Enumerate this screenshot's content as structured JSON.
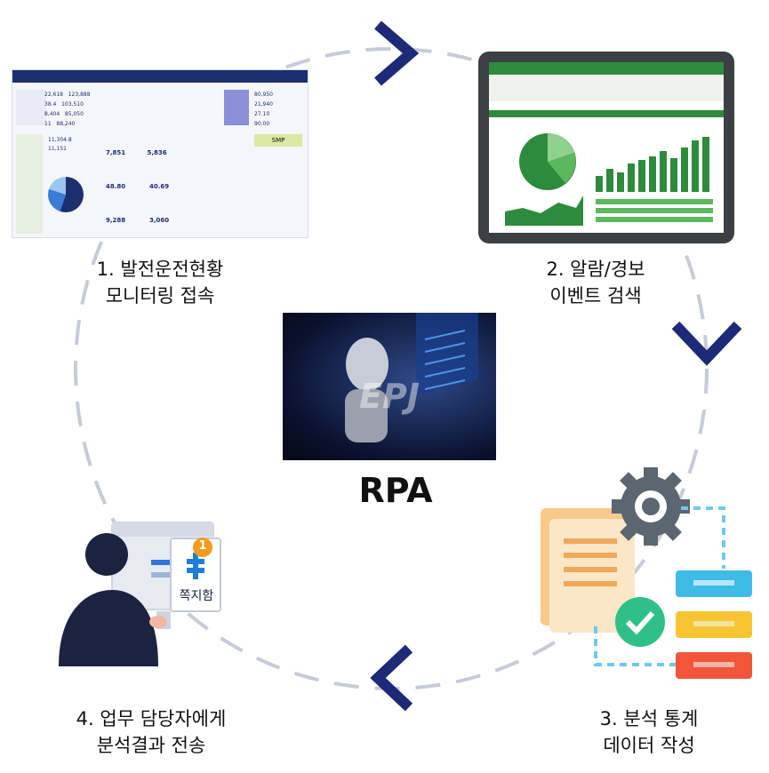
{
  "center": {
    "title": "RPA",
    "watermark": "EPJ"
  },
  "steps": [
    {
      "line1": "1. 발전운전현황",
      "line2": "모니터링 접속"
    },
    {
      "line1": "2. 알람/경보",
      "line2": "이벤트 검색"
    },
    {
      "line1": "3. 분석 통계",
      "line2": "데이터 작성"
    },
    {
      "line1": "4. 업무 담당자에게",
      "line2": "분석결과 전송"
    }
  ],
  "dashboard": {
    "values": [
      "22,618",
      "38.4",
      "8,404",
      "11",
      "123,888",
      "103,510",
      "85,050",
      "88,240",
      "80,950",
      "21,940",
      "27.10",
      "90.00",
      "11,304.8",
      "11,151",
      "7,851",
      "5,836",
      "48.80",
      "40.69",
      "9,288",
      "3,060"
    ],
    "side_tab": "SMP"
  },
  "messenger": {
    "label": "쪽지함",
    "badge": "1"
  },
  "colors": {
    "arrow": "#1c2a78",
    "dash": "#c7cbd8",
    "excel_green": "#2e8b3e",
    "gear": "#5b6670"
  },
  "icons": [
    "arrow-right-icon",
    "arrow-down-icon",
    "arrow-left-icon",
    "gear-icon",
    "check-icon",
    "document-icon",
    "flowchart-icon",
    "user-icon",
    "monitor-icon",
    "robot-image"
  ]
}
